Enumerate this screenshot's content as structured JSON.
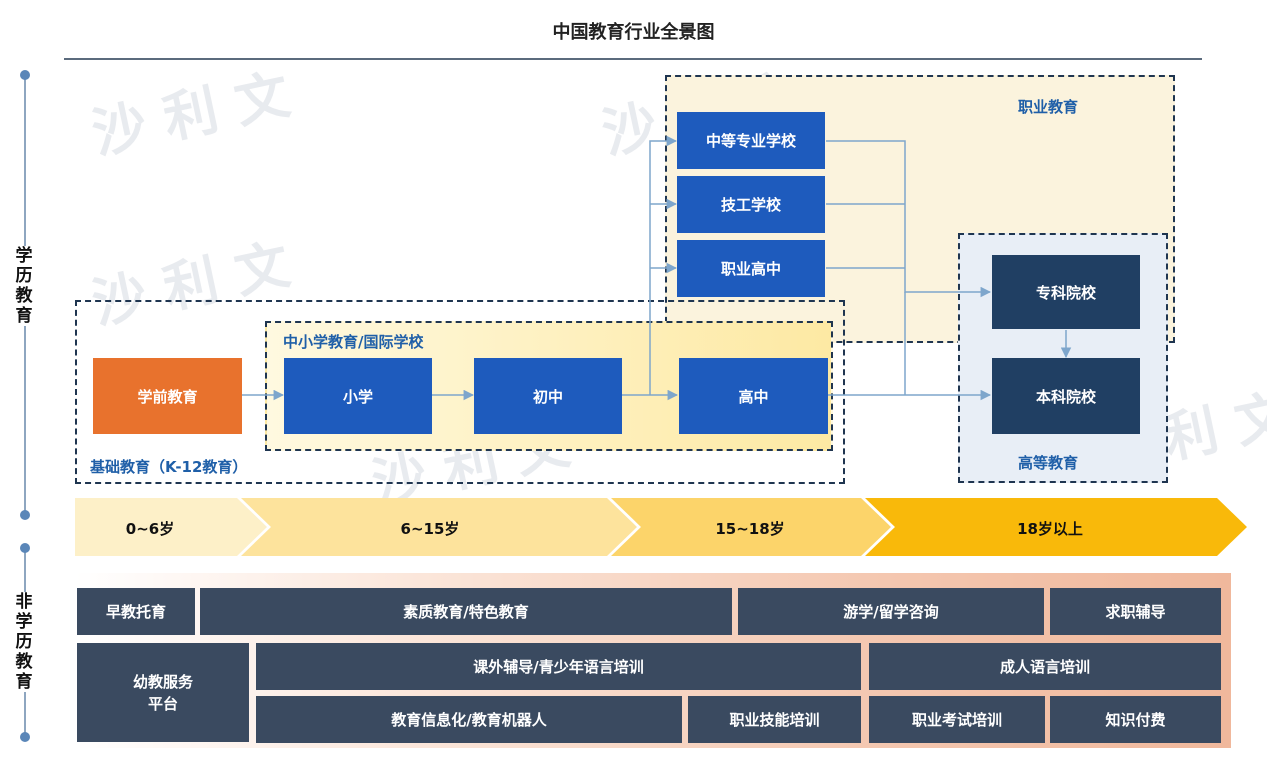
{
  "title": "中国教育行业全景图",
  "side_labels": {
    "academic": "学历教育",
    "non_academic": "非学历教育"
  },
  "regions": {
    "vocational": "职业教育",
    "higher": "高等教育",
    "k12": "中小学教育/国际学校",
    "basic": "基础教育（K-12教育）"
  },
  "nodes": {
    "preschool": "学前教育",
    "primary": "小学",
    "junior": "初中",
    "senior": "高中",
    "secondary_vocational": "中等专业学校",
    "technical_school": "技工学校",
    "vocational_high": "职业高中",
    "junior_college": "专科院校",
    "undergraduate": "本科院校"
  },
  "timeline": [
    "0~6岁",
    "6~15岁",
    "15~18岁",
    "18岁以上"
  ],
  "timeline_colors": [
    "#fdf0c8",
    "#fde39c",
    "#fcd46a",
    "#f9b90a"
  ],
  "non_academic": {
    "row1": [
      "早教托育",
      "素质教育/特色教育",
      "游学/留学咨询",
      "求职辅导"
    ],
    "preschool_platform": "幼教服务\n平台",
    "row2": [
      "课外辅导/青少年语言培训",
      "成人语言培训"
    ],
    "row3": [
      "教育信息化/教育机器人",
      "职业技能培训",
      "职业考试培训",
      "知识付费"
    ]
  },
  "colors": {
    "accent_blue": "#1e5bbd",
    "navy": "#203f63",
    "orange": "#e8722d",
    "tag": "#3a4a60"
  }
}
